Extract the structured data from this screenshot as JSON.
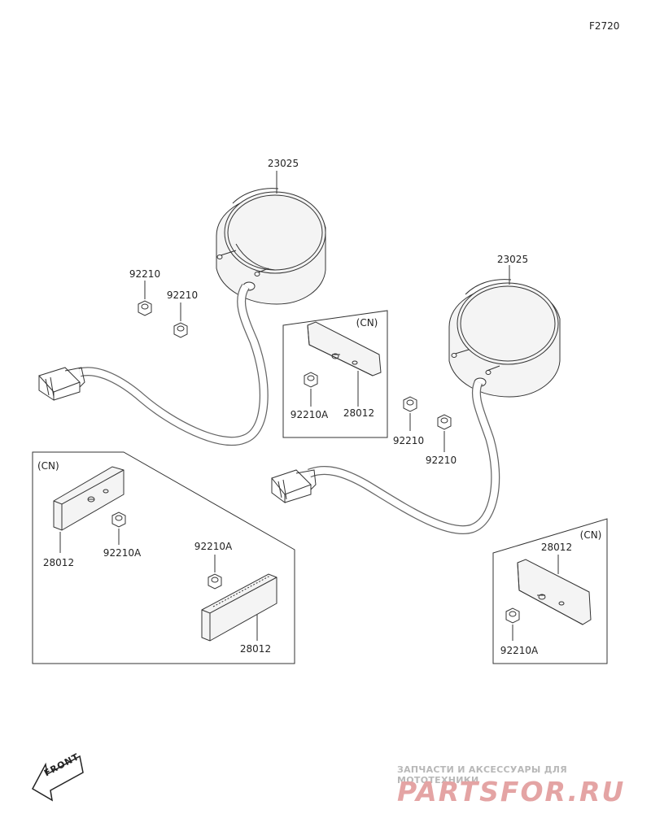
{
  "diagram_code": "F2720",
  "labels": {
    "lamp_left": "23025",
    "lamp_right": "23025",
    "nut_l1": "92210",
    "nut_l2": "92210",
    "nut_r1": "92210",
    "nut_r2": "92210",
    "cn_tag_mid": "(CN)",
    "mid_nut": "92210A",
    "mid_reflector": "28012",
    "cn_tag_left": "(CN)",
    "left_reflector": "28012",
    "left_nut": "92210A",
    "left_nut2": "92210A",
    "left_reflector2": "28012",
    "cn_tag_right": "(CN)",
    "right_reflector": "28012",
    "right_nut": "92210A"
  },
  "front_arrow": "FRONT",
  "watermark": {
    "line1": "ЗАПЧАСТИ И АКСЕССУАРЫ ДЛЯ МОТОТЕХНИКИ",
    "line2": "PARTSFOR.RU"
  }
}
